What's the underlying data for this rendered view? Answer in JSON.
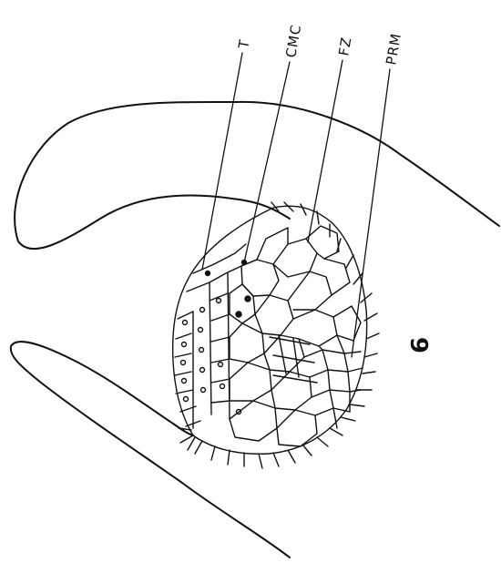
{
  "labels": {
    "t": "T",
    "cmc": "CMC",
    "fz": "FZ",
    "prm": "PRM"
  },
  "figure_number": "6",
  "colors": {
    "ink": "#111111",
    "background": "#ffffff"
  }
}
